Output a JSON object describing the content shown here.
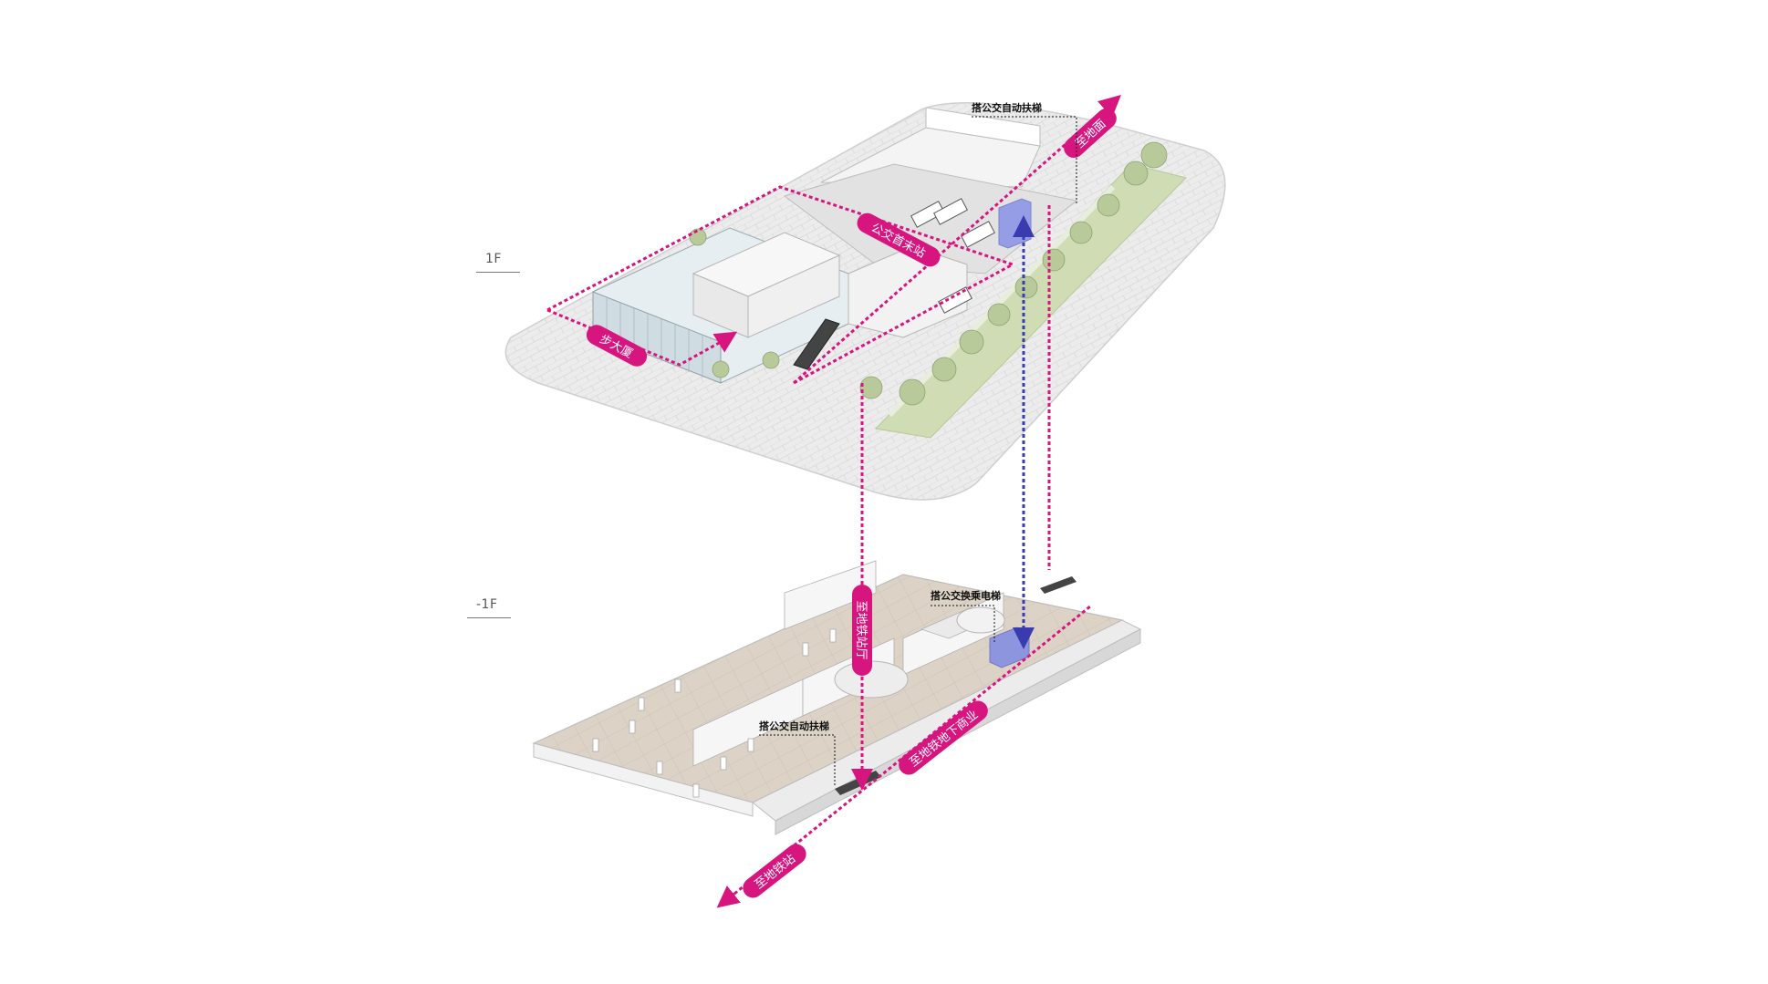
{
  "floors": {
    "upper": "1F",
    "lower": "-1F"
  },
  "tags": {
    "square": "步大厦",
    "bus_terminal": "公交首末站",
    "to_ground": "至地面",
    "to_metro_hall": "至地铁站厅",
    "to_underground_mall": "至地铁地下商业",
    "to_metro_station": "至地铁站"
  },
  "callouts": {
    "bus_escalator_top": "搭公交自动扶梯",
    "bus_transfer_elevator": "搭公交换乘电梯",
    "bus_escalator_bottom": "搭公交自动扶梯"
  },
  "colors": {
    "magenta": "#d6157f",
    "blue": "#3b3bb0",
    "blue_box": "#7b86e6",
    "floor_tan": "#d9cfc3",
    "green_strip": "#cfdcb4",
    "wall": "#f3f3f3",
    "ground": "#e9e9e9"
  }
}
